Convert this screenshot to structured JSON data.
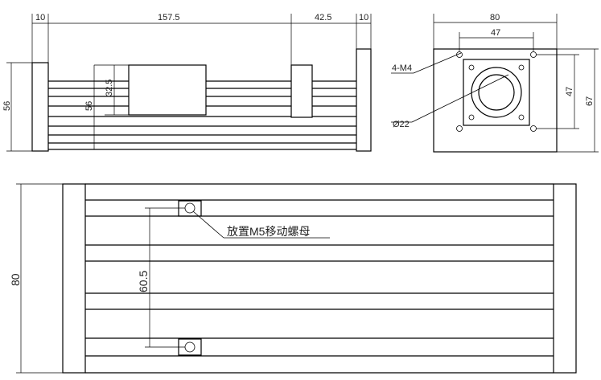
{
  "front_view": {
    "dim_left_margin": "10",
    "dim_length": "157.5",
    "dim_gap": "42.5",
    "dim_right_margin": "10",
    "dim_height": "56",
    "dim_inner_height": "56",
    "dim_block_height": "32.5"
  },
  "side_view": {
    "dim_width": "80",
    "dim_hole_spacing": "47",
    "dim_height": "67",
    "dim_vertical_spacing": "47",
    "label_holes": "4-M4",
    "label_bore": "Ø22"
  },
  "top_view": {
    "dim_width": "80",
    "dim_nut_spacing": "60.5",
    "label_nut": "放置M5移动螺母"
  }
}
